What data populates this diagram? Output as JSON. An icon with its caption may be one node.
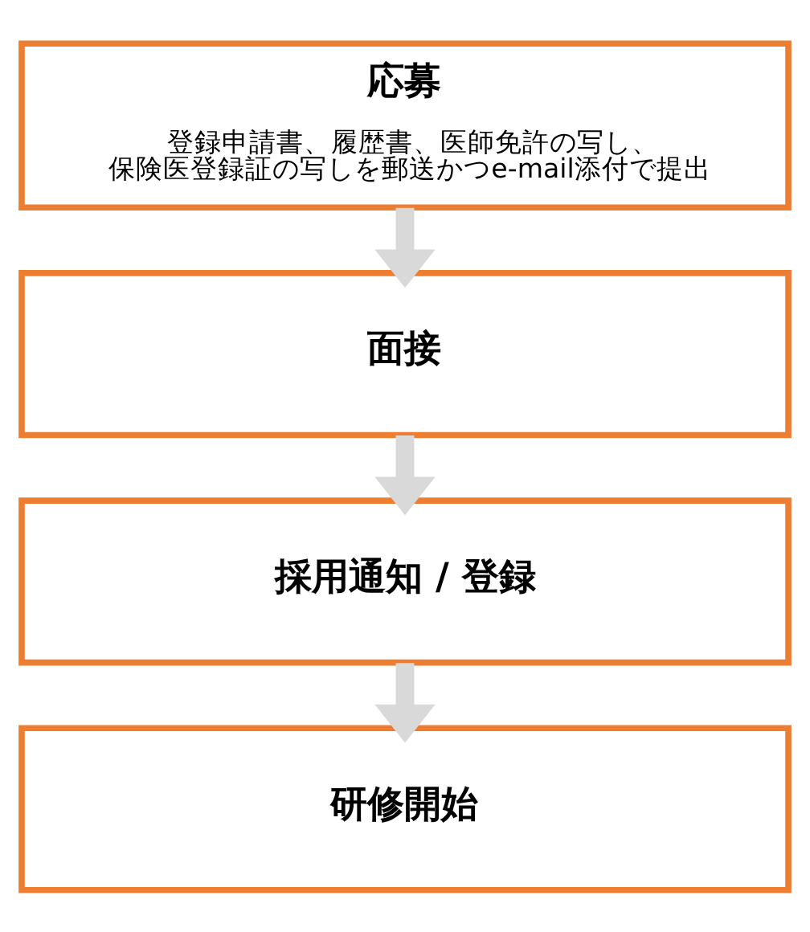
{
  "diagram": {
    "nodes": [
      {
        "text": [
          "応募",
          "登録申請書、履歴書、医師免許の写し、保険医登録証の写しを郵送かつe-mail添付で提出"
        ]
      },
      {
        "text": [
          "面接"
        ]
      },
      {
        "text": [
          "採用通知 / 登録"
        ]
      },
      {
        "text": [
          "研修開始"
        ]
      }
    ],
    "edges": [
      {
        "from": 0,
        "to": 1,
        "arrow": "to"
      },
      {
        "from": 1,
        "to": 2,
        "arrow": "to"
      },
      {
        "from": 2,
        "to": 3,
        "arrow": "to"
      }
    ]
  }
}
